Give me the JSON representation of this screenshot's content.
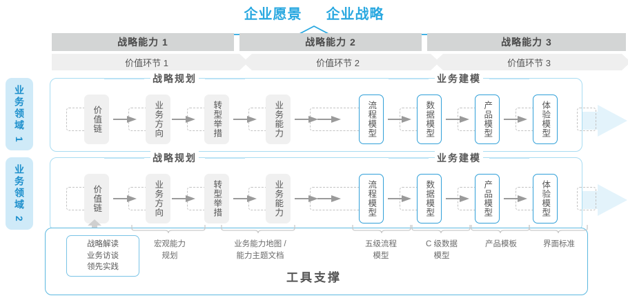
{
  "header": {
    "title_left": "企业愿景",
    "title_right": "企业战略"
  },
  "capabilities": [
    {
      "label": "战略能力 1"
    },
    {
      "label": "战略能力 2"
    },
    {
      "label": "战略能力 3"
    }
  ],
  "value_links": [
    {
      "label": "价值环节 1"
    },
    {
      "label": "价值环节 2"
    },
    {
      "label": "价值环节 3"
    }
  ],
  "domains": [
    {
      "label": "业务领域 1"
    },
    {
      "label": "业务领域 2"
    }
  ],
  "sections": {
    "planning": "战略规划",
    "modeling": "业务建模"
  },
  "rows": [
    {
      "nodes": [
        {
          "label": "价值链",
          "style": "gray"
        },
        {
          "label": "业务方向",
          "style": "gray"
        },
        {
          "label": "转型举措",
          "style": "gray"
        },
        {
          "label": "业务能力",
          "style": "gray"
        },
        {
          "label": "流程模型",
          "style": "blue"
        },
        {
          "label": "数据模型",
          "style": "blue"
        },
        {
          "label": "产品模型",
          "style": "blue"
        },
        {
          "label": "体验模型",
          "style": "blue"
        }
      ]
    },
    {
      "nodes": [
        {
          "label": "价值链",
          "style": "gray"
        },
        {
          "label": "业务方向",
          "style": "gray"
        },
        {
          "label": "转型举措",
          "style": "gray"
        },
        {
          "label": "业务能力",
          "style": "gray"
        },
        {
          "label": "流程模型",
          "style": "blue"
        },
        {
          "label": "数据模型",
          "style": "blue"
        },
        {
          "label": "产品模型",
          "style": "blue"
        },
        {
          "label": "体验模型",
          "style": "blue"
        }
      ]
    }
  ],
  "tools": {
    "footer_label": "工具支撑",
    "items": [
      {
        "lines": [
          "战略解读",
          "业务访谈",
          "领先实践"
        ],
        "boxed": true
      },
      {
        "lines": [
          "宏观能力",
          "规划"
        ],
        "boxed": false
      },
      {
        "lines": [
          "业务能力地图 /",
          "能力主题文档"
        ],
        "boxed": false
      },
      {
        "lines": [
          "五级流程",
          "模型"
        ],
        "boxed": false
      },
      {
        "lines": [
          "C 级数据",
          "模型"
        ],
        "boxed": false
      },
      {
        "lines": [
          "产品模板"
        ],
        "boxed": false
      },
      {
        "lines": [
          "界面标准"
        ],
        "boxed": false
      }
    ]
  },
  "colors": {
    "accent_blue": "#29a8e0",
    "node_blue_border": "#2f9fd8",
    "band_border": "#a8dcf2",
    "capability_bar": "#d3d5d5",
    "value_bar": "#efefef",
    "domain_bg": "#cfeaf8",
    "text_gray": "#555555"
  }
}
